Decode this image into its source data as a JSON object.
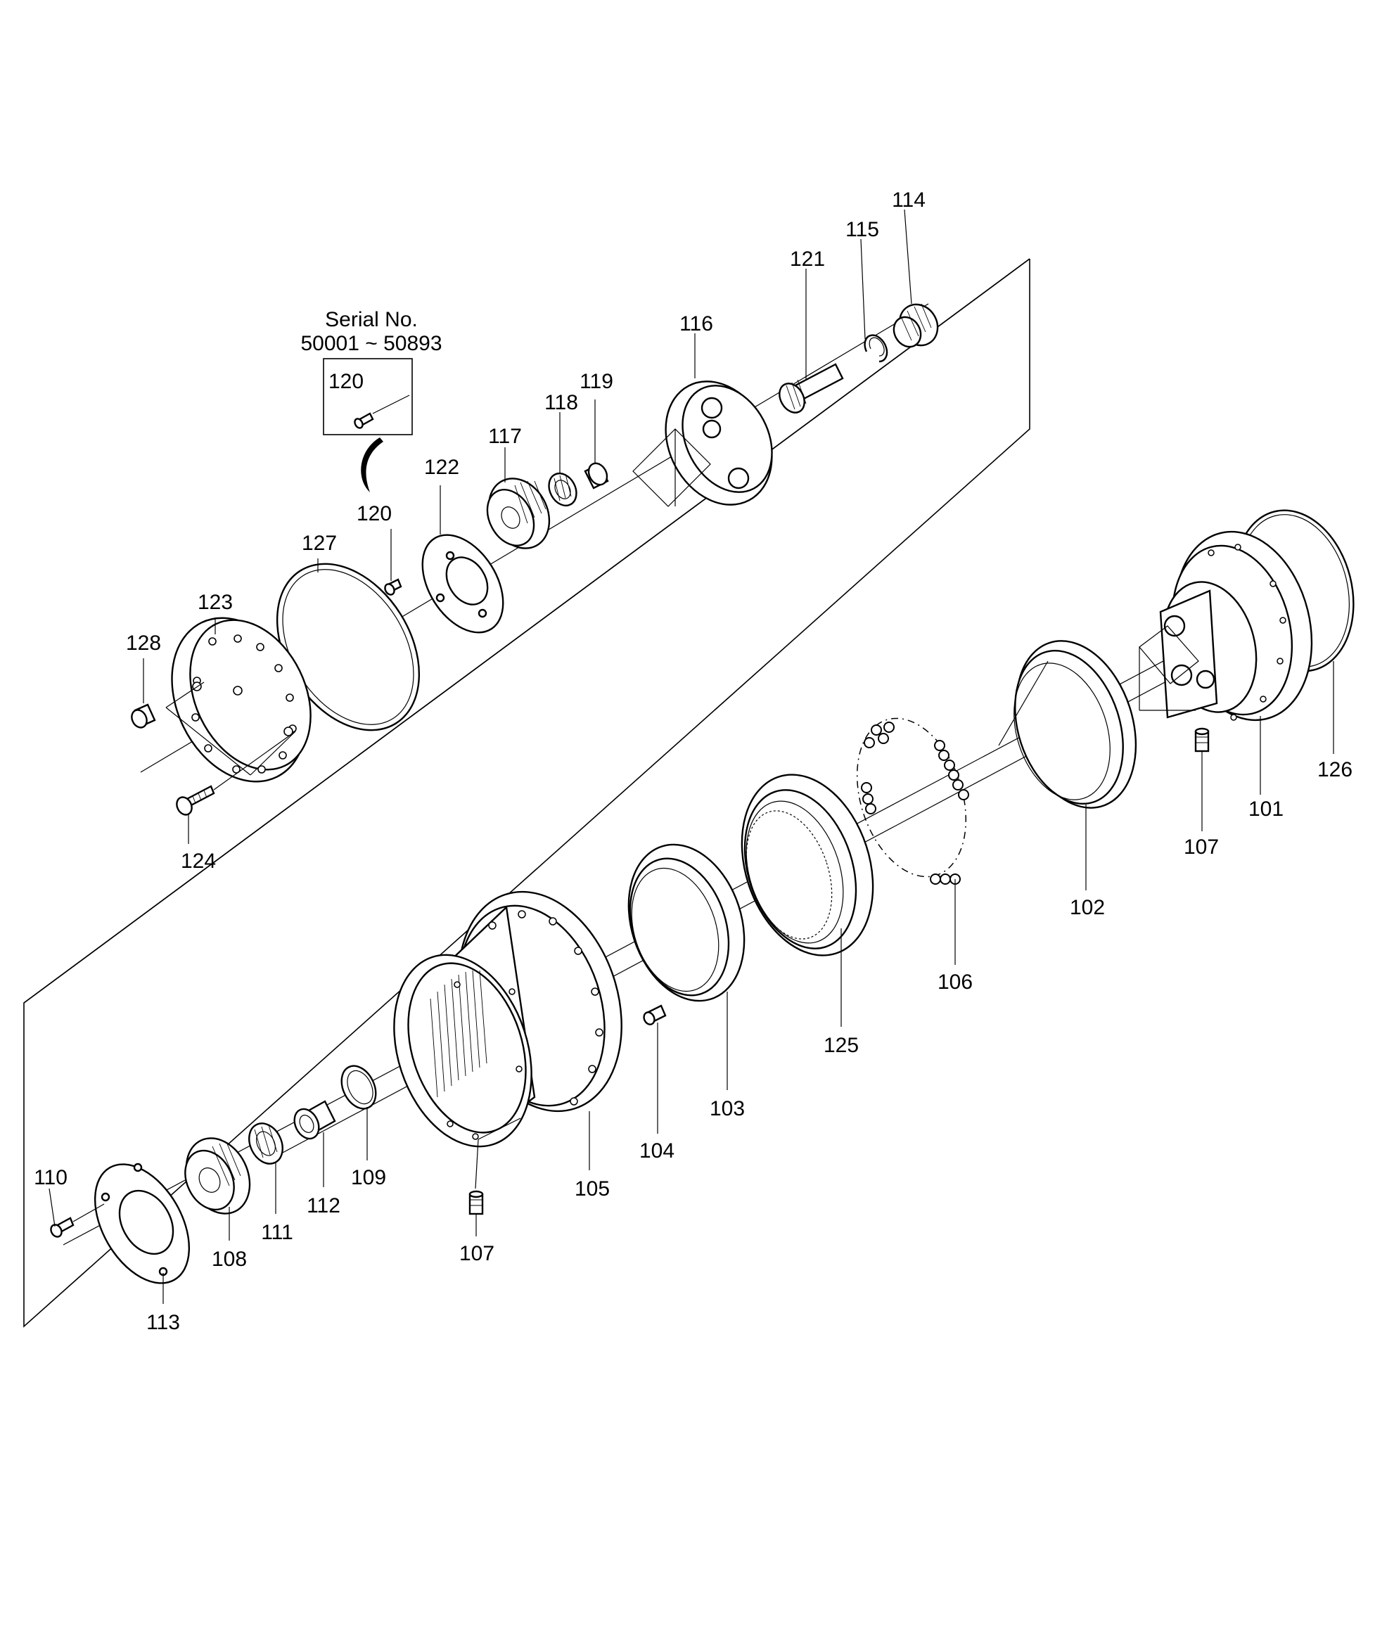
{
  "diagram": {
    "serial_note": {
      "line1": "Serial No.",
      "line2": "50001 ~ 50893",
      "inset_part": "120"
    },
    "labels": [
      {
        "id": "114",
        "text": "114"
      },
      {
        "id": "115",
        "text": "115"
      },
      {
        "id": "121",
        "text": "121"
      },
      {
        "id": "116",
        "text": "116"
      },
      {
        "id": "119",
        "text": "119"
      },
      {
        "id": "118",
        "text": "118"
      },
      {
        "id": "117",
        "text": "117"
      },
      {
        "id": "122",
        "text": "122"
      },
      {
        "id": "120",
        "text": "120"
      },
      {
        "id": "127",
        "text": "127"
      },
      {
        "id": "123",
        "text": "123"
      },
      {
        "id": "128",
        "text": "128"
      },
      {
        "id": "124",
        "text": "124"
      },
      {
        "id": "126",
        "text": "126"
      },
      {
        "id": "101",
        "text": "101"
      },
      {
        "id": "107a",
        "text": "107"
      },
      {
        "id": "102",
        "text": "102"
      },
      {
        "id": "106",
        "text": "106"
      },
      {
        "id": "125",
        "text": "125"
      },
      {
        "id": "103",
        "text": "103"
      },
      {
        "id": "104",
        "text": "104"
      },
      {
        "id": "105",
        "text": "105"
      },
      {
        "id": "109",
        "text": "109"
      },
      {
        "id": "112",
        "text": "112"
      },
      {
        "id": "111",
        "text": "111"
      },
      {
        "id": "110",
        "text": "110"
      },
      {
        "id": "108",
        "text": "108"
      },
      {
        "id": "107b",
        "text": "107"
      },
      {
        "id": "113",
        "text": "113"
      }
    ]
  }
}
